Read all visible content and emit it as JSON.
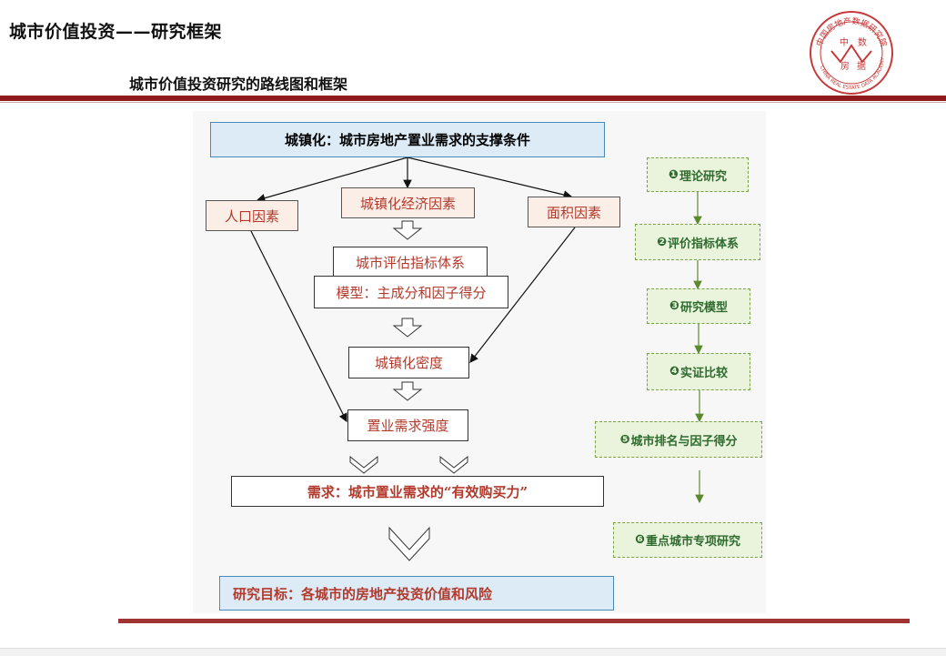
{
  "header": {
    "title": "城市价值投资——研究框架",
    "subtitle": "城市价值投资研究的路线图和框架"
  },
  "logo": {
    "top_text": "中国房地产数据研究院",
    "char_tl": "中",
    "char_tr": "数",
    "char_bl": "房",
    "char_br": "据",
    "ring_text": "CHINA REAL ESTATE DATA ACADEMY"
  },
  "flowchart": {
    "urbanization": "城镇化：城市房地产置业需求的支撑条件",
    "factor_population": "人口因素",
    "factor_economy": "城镇化经济因素",
    "factor_area": "面积因素",
    "index_system": "城市评估指标体系",
    "model": "模型：主成分和因子得分",
    "density": "城镇化密度",
    "intensity": "置业需求强度",
    "demand": "需求：城市置业需求的“有效购买力”",
    "goal": "研究目标：各城市的房地产投资价值和风险"
  },
  "steps": [
    {
      "num": "❶",
      "label": "理论研究"
    },
    {
      "num": "❷",
      "label": "评价指标体系"
    },
    {
      "num": "❸",
      "label": "研究模型"
    },
    {
      "num": "❹",
      "label": "实证比较"
    },
    {
      "num": "❺",
      "label": "城市排名与因子得分"
    },
    {
      "num": "❻",
      "label": "重点城市专项研究"
    }
  ],
  "colors": {
    "header_rule": "#8e1c1c",
    "box_text_red": "#b23a2c",
    "step_green": "#2f6b2f",
    "blue_box": "#dcebf6"
  }
}
